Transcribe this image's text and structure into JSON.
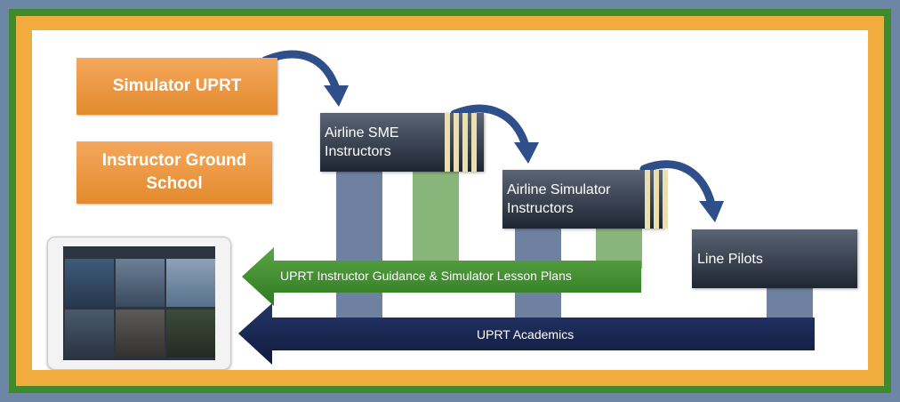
{
  "boxes": {
    "simulator_uprt": "Simulator UPRT",
    "instructor_ground_school_line1": "Instructor Ground",
    "instructor_ground_school_line2": "School",
    "airline_sme_line1": "Airline SME",
    "airline_sme_line2": "Instructors",
    "airline_sim_line1": "Airline Simulator",
    "airline_sim_line2": "Instructors",
    "line_pilots": "Line Pilots"
  },
  "arrows": {
    "guidance": "UPRT Instructor Guidance & Simulator Lesson Plans",
    "academics": "UPRT Academics"
  },
  "colors": {
    "outer_border": "#6e86a6",
    "green_frame": "#3e8a2c",
    "orange_frame": "#f0ac3c",
    "orange_box": "#e9953e",
    "dark_box": "#2a3140",
    "pillar_blue": "#6f81a0",
    "pillar_green": "#87b57a",
    "guidance_arrow": "#3a8a2c",
    "academics_arrow": "#18254e",
    "curved_arrow": "#2f4f8a"
  },
  "icons": {
    "tablet": "tablet-icon",
    "curved_arrow": "curved-arrow-icon"
  }
}
